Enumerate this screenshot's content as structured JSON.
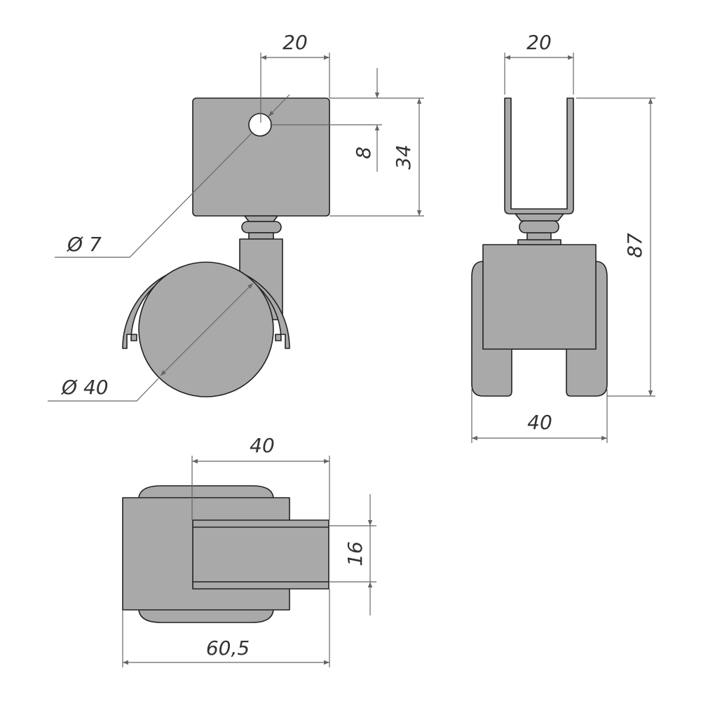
{
  "side_view": {
    "top_width": "20",
    "hole_offset": "8",
    "plate_height": "34",
    "hole_diameter": "Ø 7",
    "wheel_diameter": "Ø 40"
  },
  "front_view": {
    "top_width": "20",
    "total_height": "87",
    "wheel_width": "40"
  },
  "top_view": {
    "bracket_length": "40",
    "bracket_width": "16",
    "total_length": "60,5"
  },
  "colors": {
    "part_fill": "#a9a9a9",
    "outline": "#222222",
    "dimension": "#666666"
  }
}
